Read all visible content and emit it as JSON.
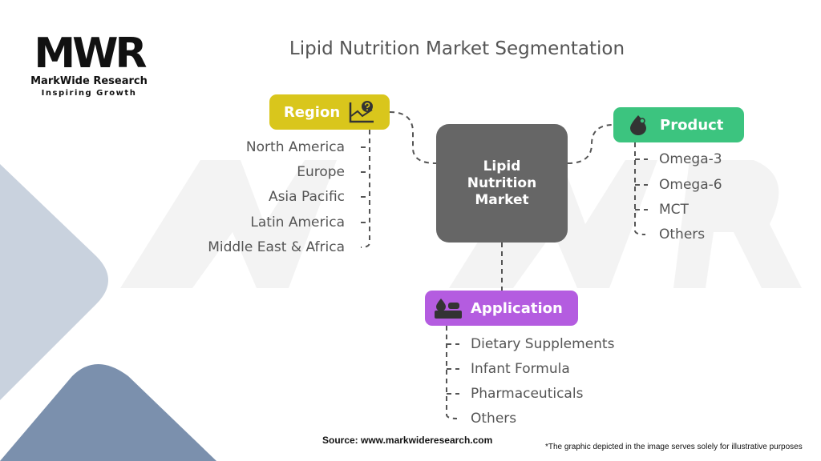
{
  "brand": {
    "logo_mark": "MWR",
    "name": "MarkWide Research",
    "tagline": "Inspiring Growth"
  },
  "title": "Lipid Nutrition Market Segmentation",
  "center": {
    "line1": "Lipid",
    "line2": "Nutrition",
    "line3": "Market"
  },
  "segments": {
    "region": {
      "label": "Region",
      "icon": "chart-question-icon",
      "color": "#d9c61c",
      "items": [
        "North America",
        "Europe",
        "Asia Pacific",
        "Latin America",
        "Middle East & Africa"
      ]
    },
    "product": {
      "label": "Product",
      "icon": "droplet-icon",
      "color": "#3cc47f",
      "items": [
        "Omega-3",
        "Omega-6",
        "MCT",
        "Others"
      ]
    },
    "application": {
      "label": "Application",
      "icon": "supplement-icon",
      "color": "#b45ce0",
      "items": [
        "Dietary Supplements",
        "Infant Formula",
        "Pharmaceuticals",
        "Others"
      ]
    }
  },
  "footer": {
    "source": "Source: www.markwideresearch.com",
    "disclaimer": "*The graphic depicted in the image serves solely for illustrative purposes"
  }
}
